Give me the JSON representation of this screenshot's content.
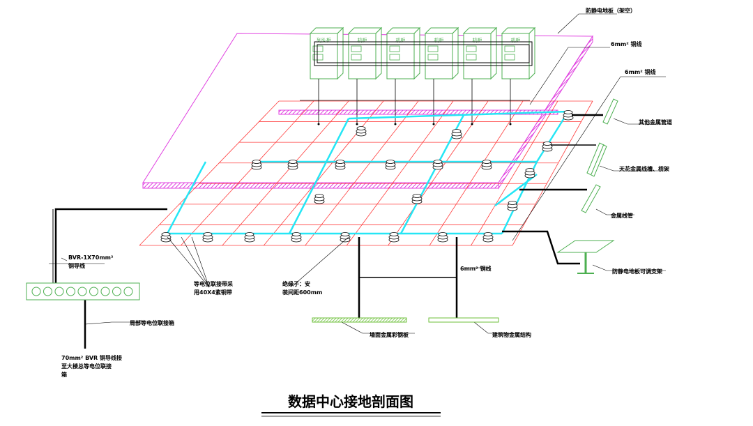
{
  "title": "数据中心接地剖面图",
  "cabinets": [
    "列头柜",
    "机柜",
    "机柜",
    "机柜",
    "机柜",
    "机柜"
  ],
  "labels": {
    "antistatic_floor": "防静电地板（架空）",
    "wire_top": "6mm² 铜线",
    "wire_right": "6mm² 铜线",
    "other_metal_pipe": "其他金属管道",
    "ceiling_tray": "天花金属线槽、桥架",
    "metal_conduit": "金属线管",
    "floor_support": "防静电地板可调支架",
    "bvr_line1": "BVR-1X70mm²",
    "bvr_line2": "铜导线",
    "eq_strap_line1": "等电位联接带采",
    "eq_strap_line2": "用40X4紫铜带",
    "insulator_line1": "绝缘子：安",
    "insulator_line2": "装间距600mm",
    "wire_bottom": "6mm² 铜线",
    "local_eq_box": "局部等电位联接箱",
    "wall_metal": "墙面金属彩钢板",
    "building_metal": "建筑物金属结构",
    "bottom_note_line1": "70mm² BVR 铜导线接",
    "bottom_note_line2": "至大楼总等电位联接",
    "bottom_note_line3": "箱"
  },
  "colors": {
    "grid": "#ff3b3b",
    "strap": "#25e6f5",
    "floor": "#e040e0",
    "cabinet": "#4caf50",
    "wire": "#000000"
  }
}
